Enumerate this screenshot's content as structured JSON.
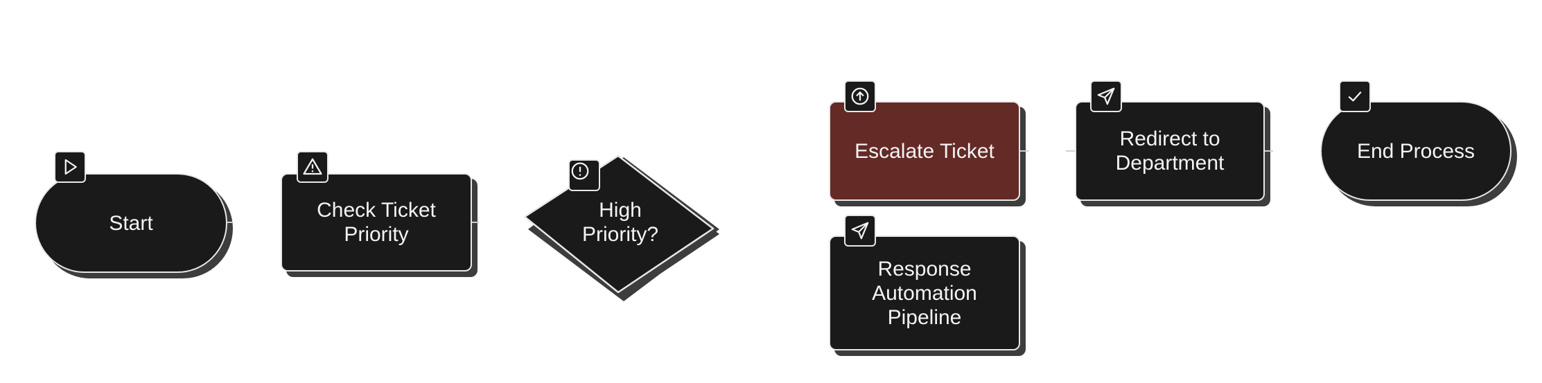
{
  "nodes": {
    "start": {
      "label": "Start",
      "icon": "play-icon"
    },
    "check_priority": {
      "label": "Check Ticket Priority",
      "icon": "warning-triangle-icon"
    },
    "high_priority": {
      "label_line1": "High",
      "label_line2": "Priority?",
      "icon": "alert-circle-icon"
    },
    "escalate": {
      "label": "Escalate Ticket",
      "icon": "arrow-up-circle-icon",
      "fill": "#632a26"
    },
    "redirect": {
      "label": "Redirect to Department",
      "icon": "send-icon"
    },
    "end": {
      "label": "End Process",
      "icon": "check-icon"
    },
    "response_pipeline": {
      "label": "Response Automation Pipeline",
      "icon": "send-icon"
    }
  },
  "colors": {
    "node_fill": "#1a1a1a",
    "node_border": "#e8e8e8",
    "shadow": "#3d3d3d",
    "text": "#f4f4f4",
    "accent": "#632a26"
  }
}
